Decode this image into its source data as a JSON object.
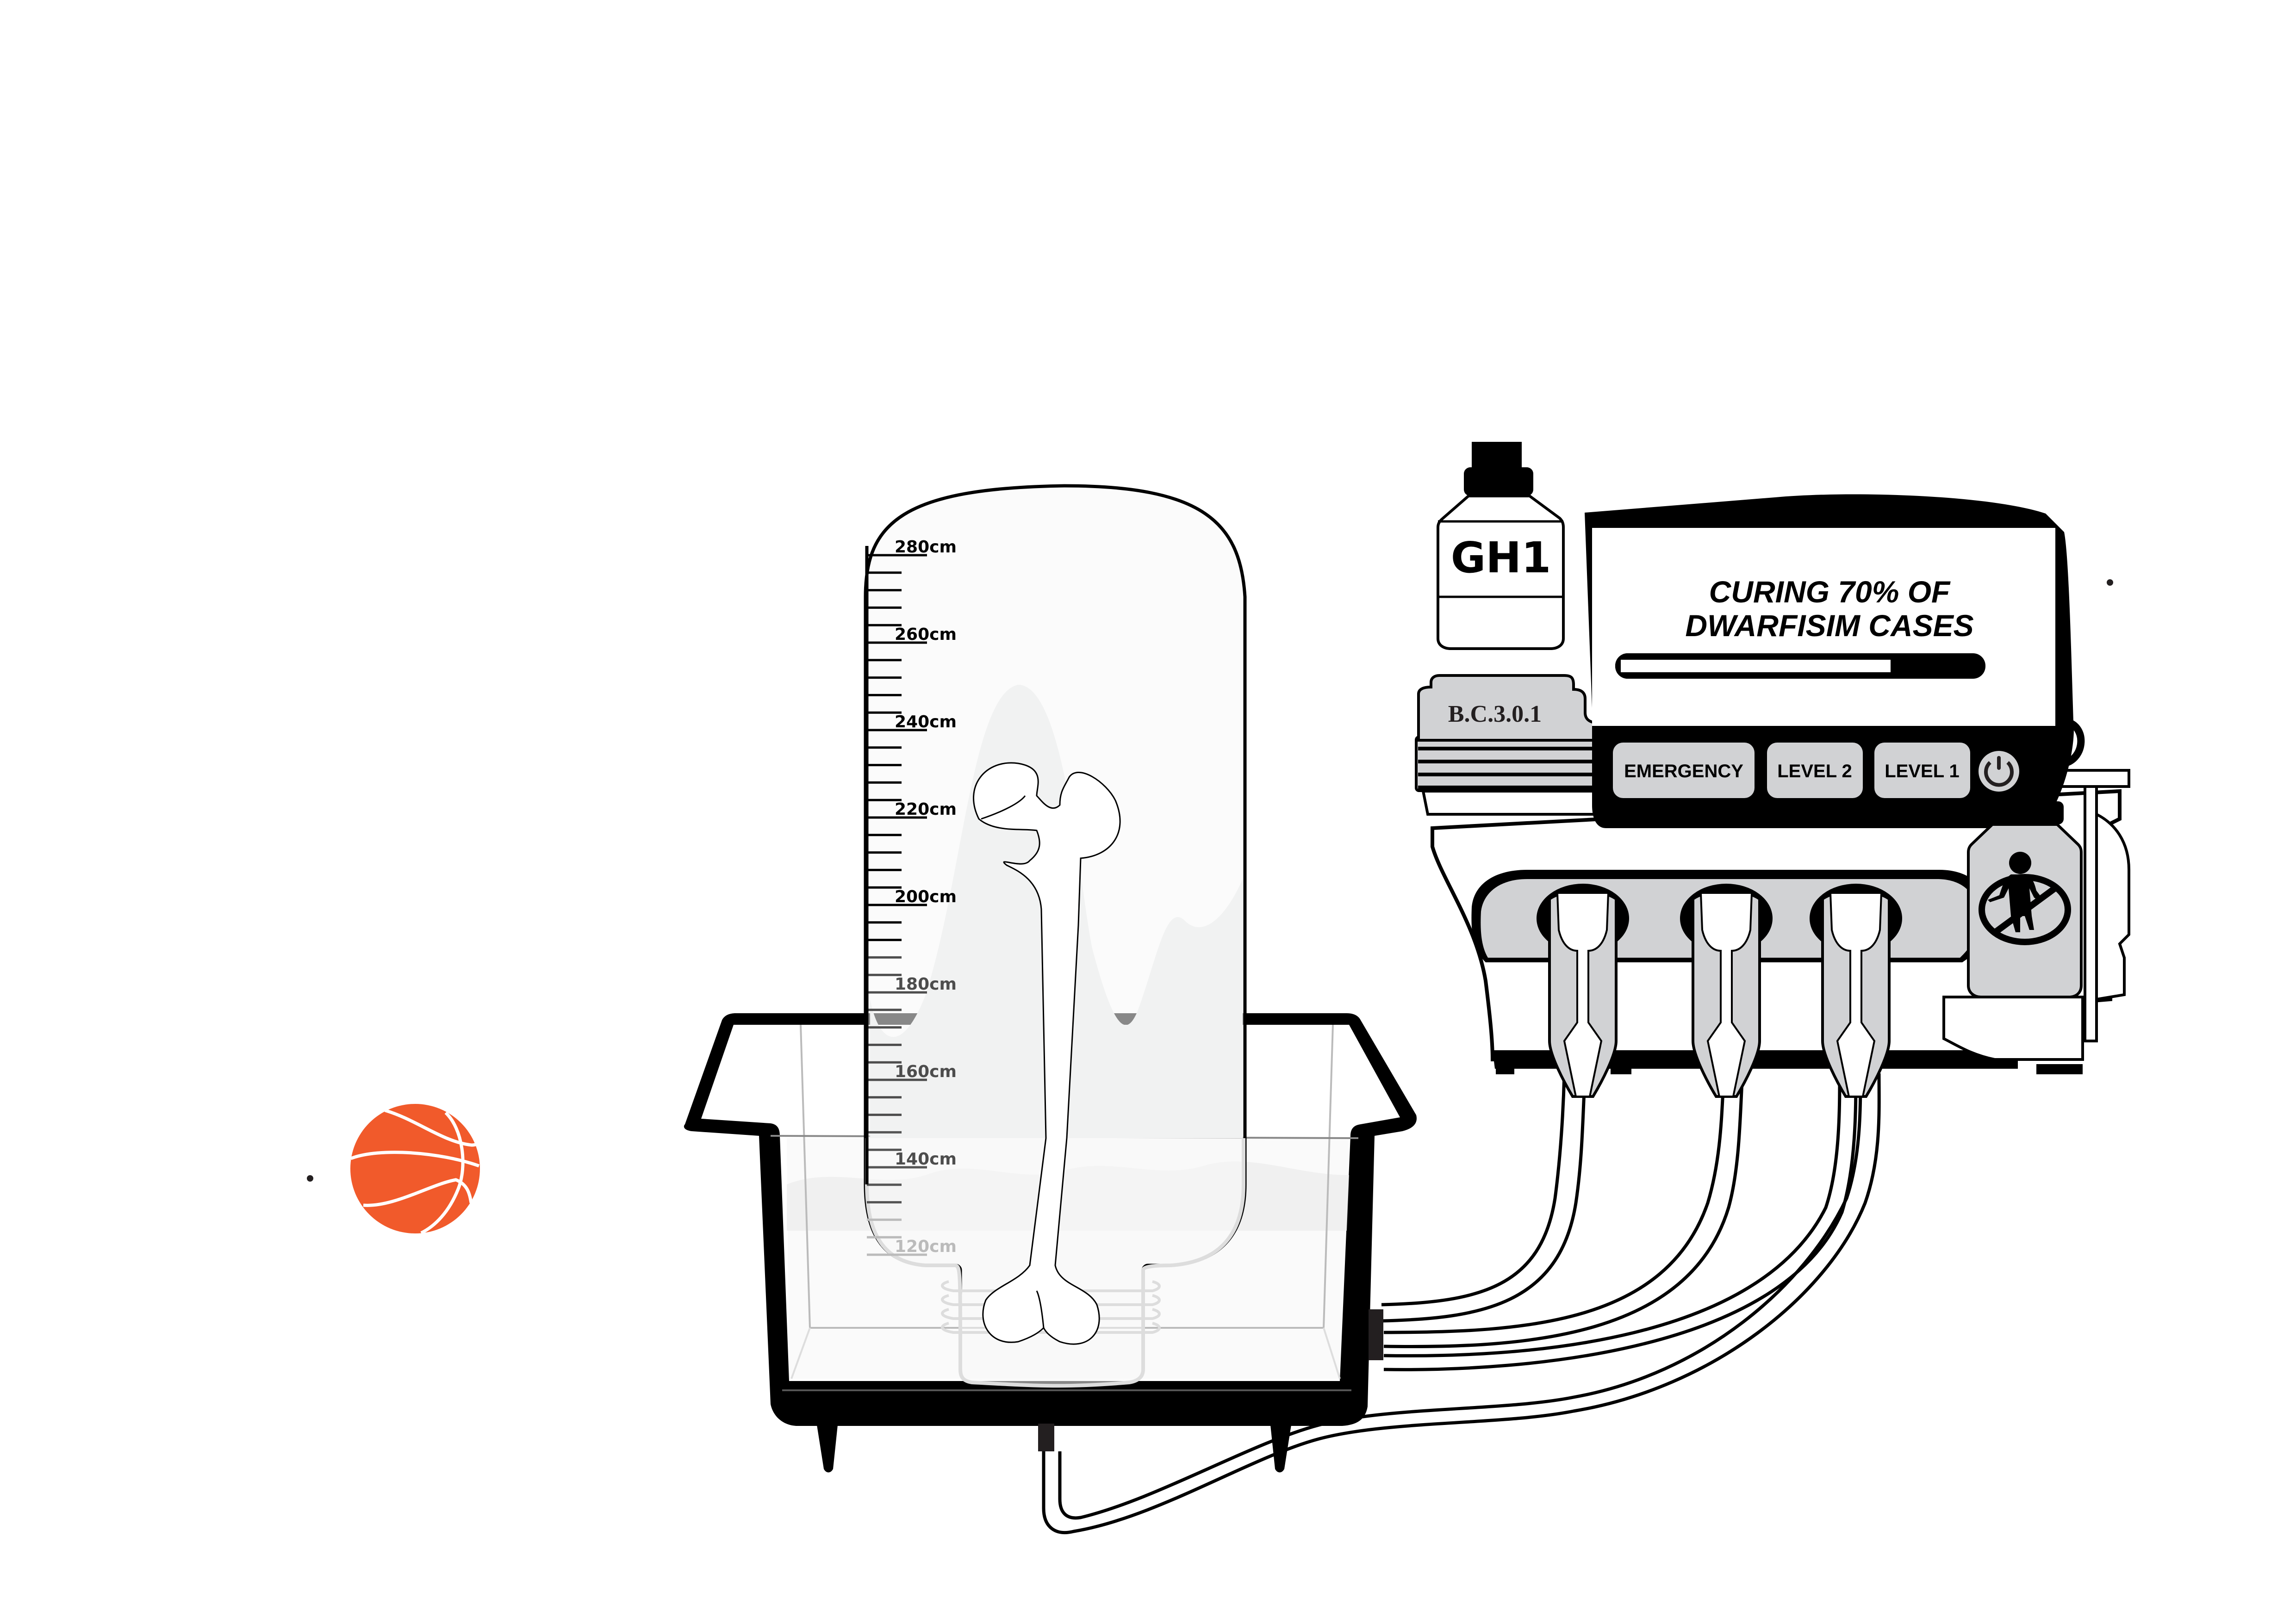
{
  "scene": {
    "description": "Illustration of a height-growth machine with a graduated jar containing a femur bone in a tub, connected by tubes to a control machine"
  },
  "colors": {
    "background": "#ffffff",
    "outline": "#000000",
    "panel_gray": "#d1d2d4",
    "basketball": "#f15a2b",
    "liquid": "#f1f2f2",
    "connector_dark": "#231f20"
  },
  "jar": {
    "unit": "cm",
    "ruler_min": 120,
    "ruler_max": 280,
    "major_step": 20,
    "minor_step": 4,
    "labels": [
      "280cm",
      "260cm",
      "240cm",
      "220cm",
      "200cm",
      "180cm",
      "160cm",
      "140cm",
      "120cm"
    ]
  },
  "supplement_bottle": {
    "label": "GH1"
  },
  "bottle_base": {
    "label": "B.C.3.0.1"
  },
  "screen": {
    "line1": "CURING 70% OF",
    "line2": "DWARFISIM CASES",
    "progress": 0.74
  },
  "buttons": [
    {
      "id": "emergency",
      "label": "EMERGENCY"
    },
    {
      "id": "level2",
      "label": "LEVEL 2"
    },
    {
      "id": "level1",
      "label": "LEVEL 1"
    }
  ],
  "power_button": {
    "icon": "power-icon"
  },
  "warning_bottle": {
    "icon": "no-baby-icon"
  },
  "tubes": {
    "count": 4
  },
  "ports": {
    "count": 3
  }
}
